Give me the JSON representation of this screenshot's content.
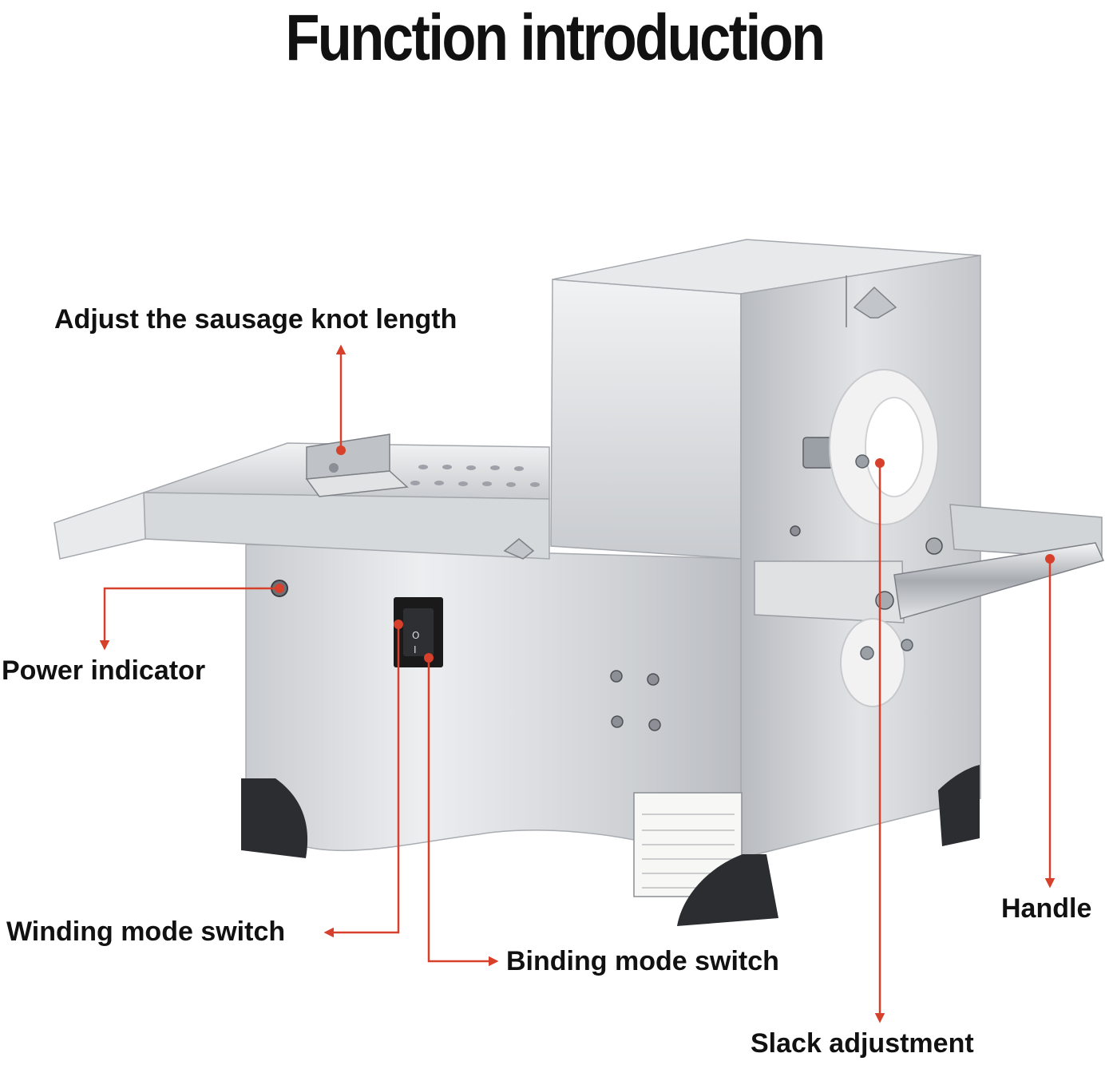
{
  "title": "Function introduction",
  "callouts": {
    "knot_length": "Adjust the sausage knot length",
    "power_indicator": "Power indicator",
    "winding_switch": "Winding mode switch",
    "binding_switch": "Binding mode switch",
    "slack_adjustment": "Slack adjustment",
    "handle": "Handle"
  },
  "colors": {
    "leader_line": "#d7402b",
    "steel": "#d9dcdf",
    "feet": "#2b2d31",
    "switch": "#1a1a1a",
    "roller": "#f4f4f4"
  }
}
